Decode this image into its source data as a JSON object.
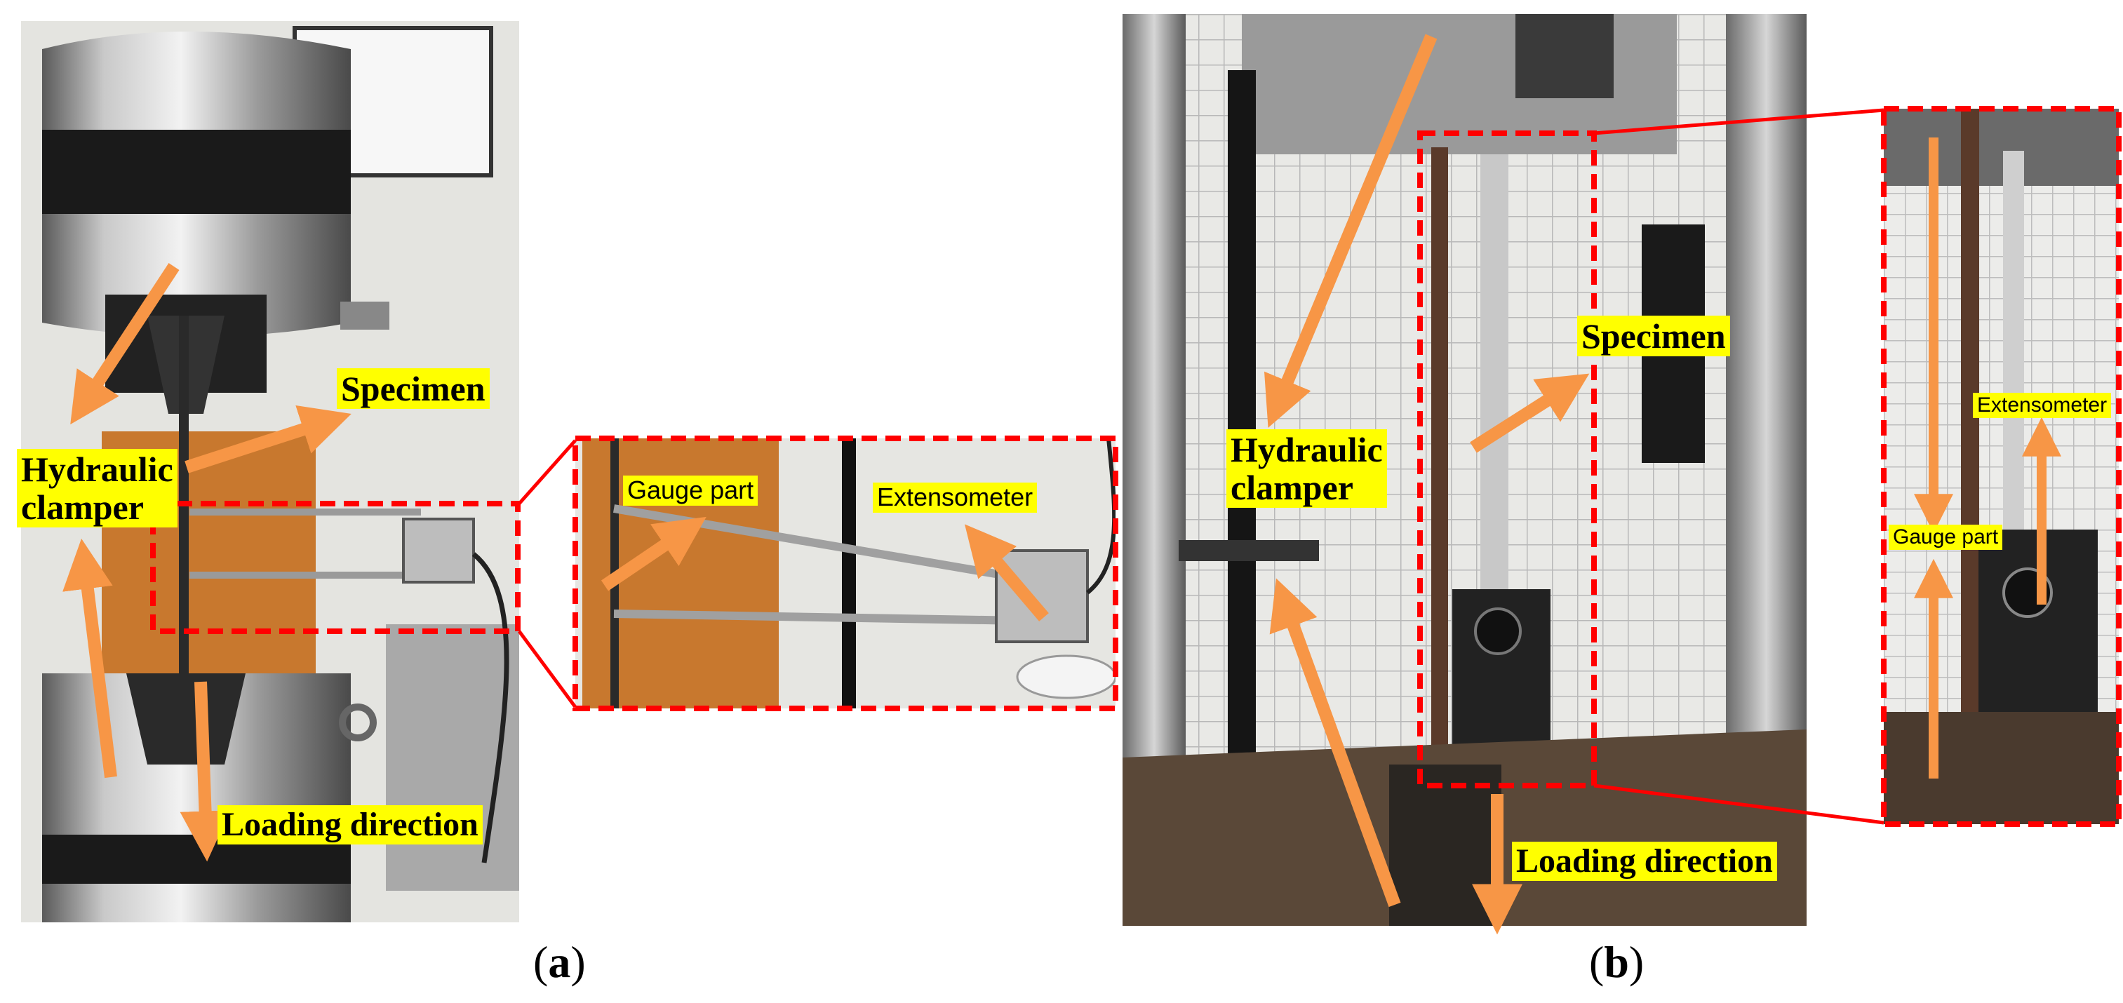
{
  "panel_a": {
    "labels": {
      "specimen": "Specimen",
      "hydraulic_clamper": "Hydraulic\nclamper",
      "loading_direction": "Loading direction",
      "gauge_part": "Gauge part",
      "extensometer": "Extensometer"
    },
    "caption_letter": "a"
  },
  "panel_b": {
    "labels": {
      "specimen": "Specimen",
      "hydraulic_clamper": "Hydraulic\nclamper",
      "loading_direction": "Loading direction",
      "extensometer": "Extensometer",
      "gauge_part": "Gauge part"
    },
    "caption_letter": "b"
  },
  "colors": {
    "arrow": "#f79646",
    "highlight": "#ffff00",
    "dashed_box": "#ff0000",
    "callout_line": "#ff0000"
  }
}
